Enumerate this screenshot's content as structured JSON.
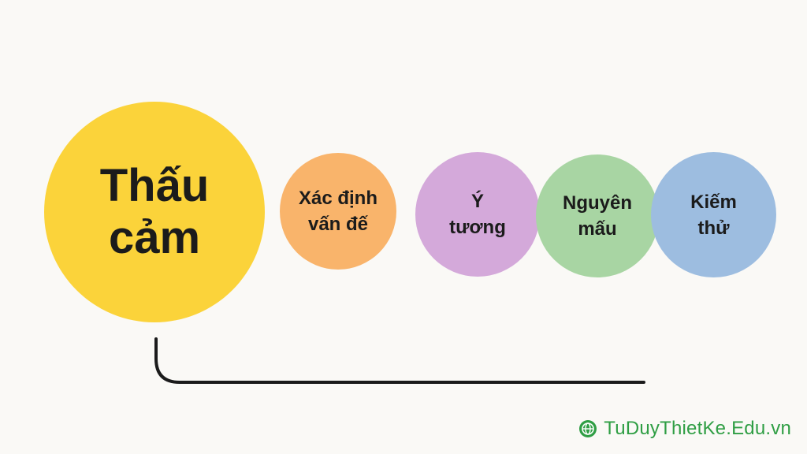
{
  "stages": [
    {
      "id": "empathize",
      "label": "Thấu\ncảm",
      "color": "#fbd33a"
    },
    {
      "id": "define",
      "label": "Xác định\nvấn đế",
      "color": "#f9b46b"
    },
    {
      "id": "ideate",
      "label": "Ý\ntương",
      "color": "#d4a9da"
    },
    {
      "id": "prototype",
      "label": "Nguyên\nmấu",
      "color": "#a8d5a3"
    },
    {
      "id": "test",
      "label": "Kiếm\nthử",
      "color": "#9dbde0"
    }
  ],
  "connector": {
    "color": "#1b1b1b"
  },
  "brand": {
    "text": "TuDuyThietKe.Edu.vn",
    "icon": "globe-icon",
    "color": "#2f9e44"
  }
}
